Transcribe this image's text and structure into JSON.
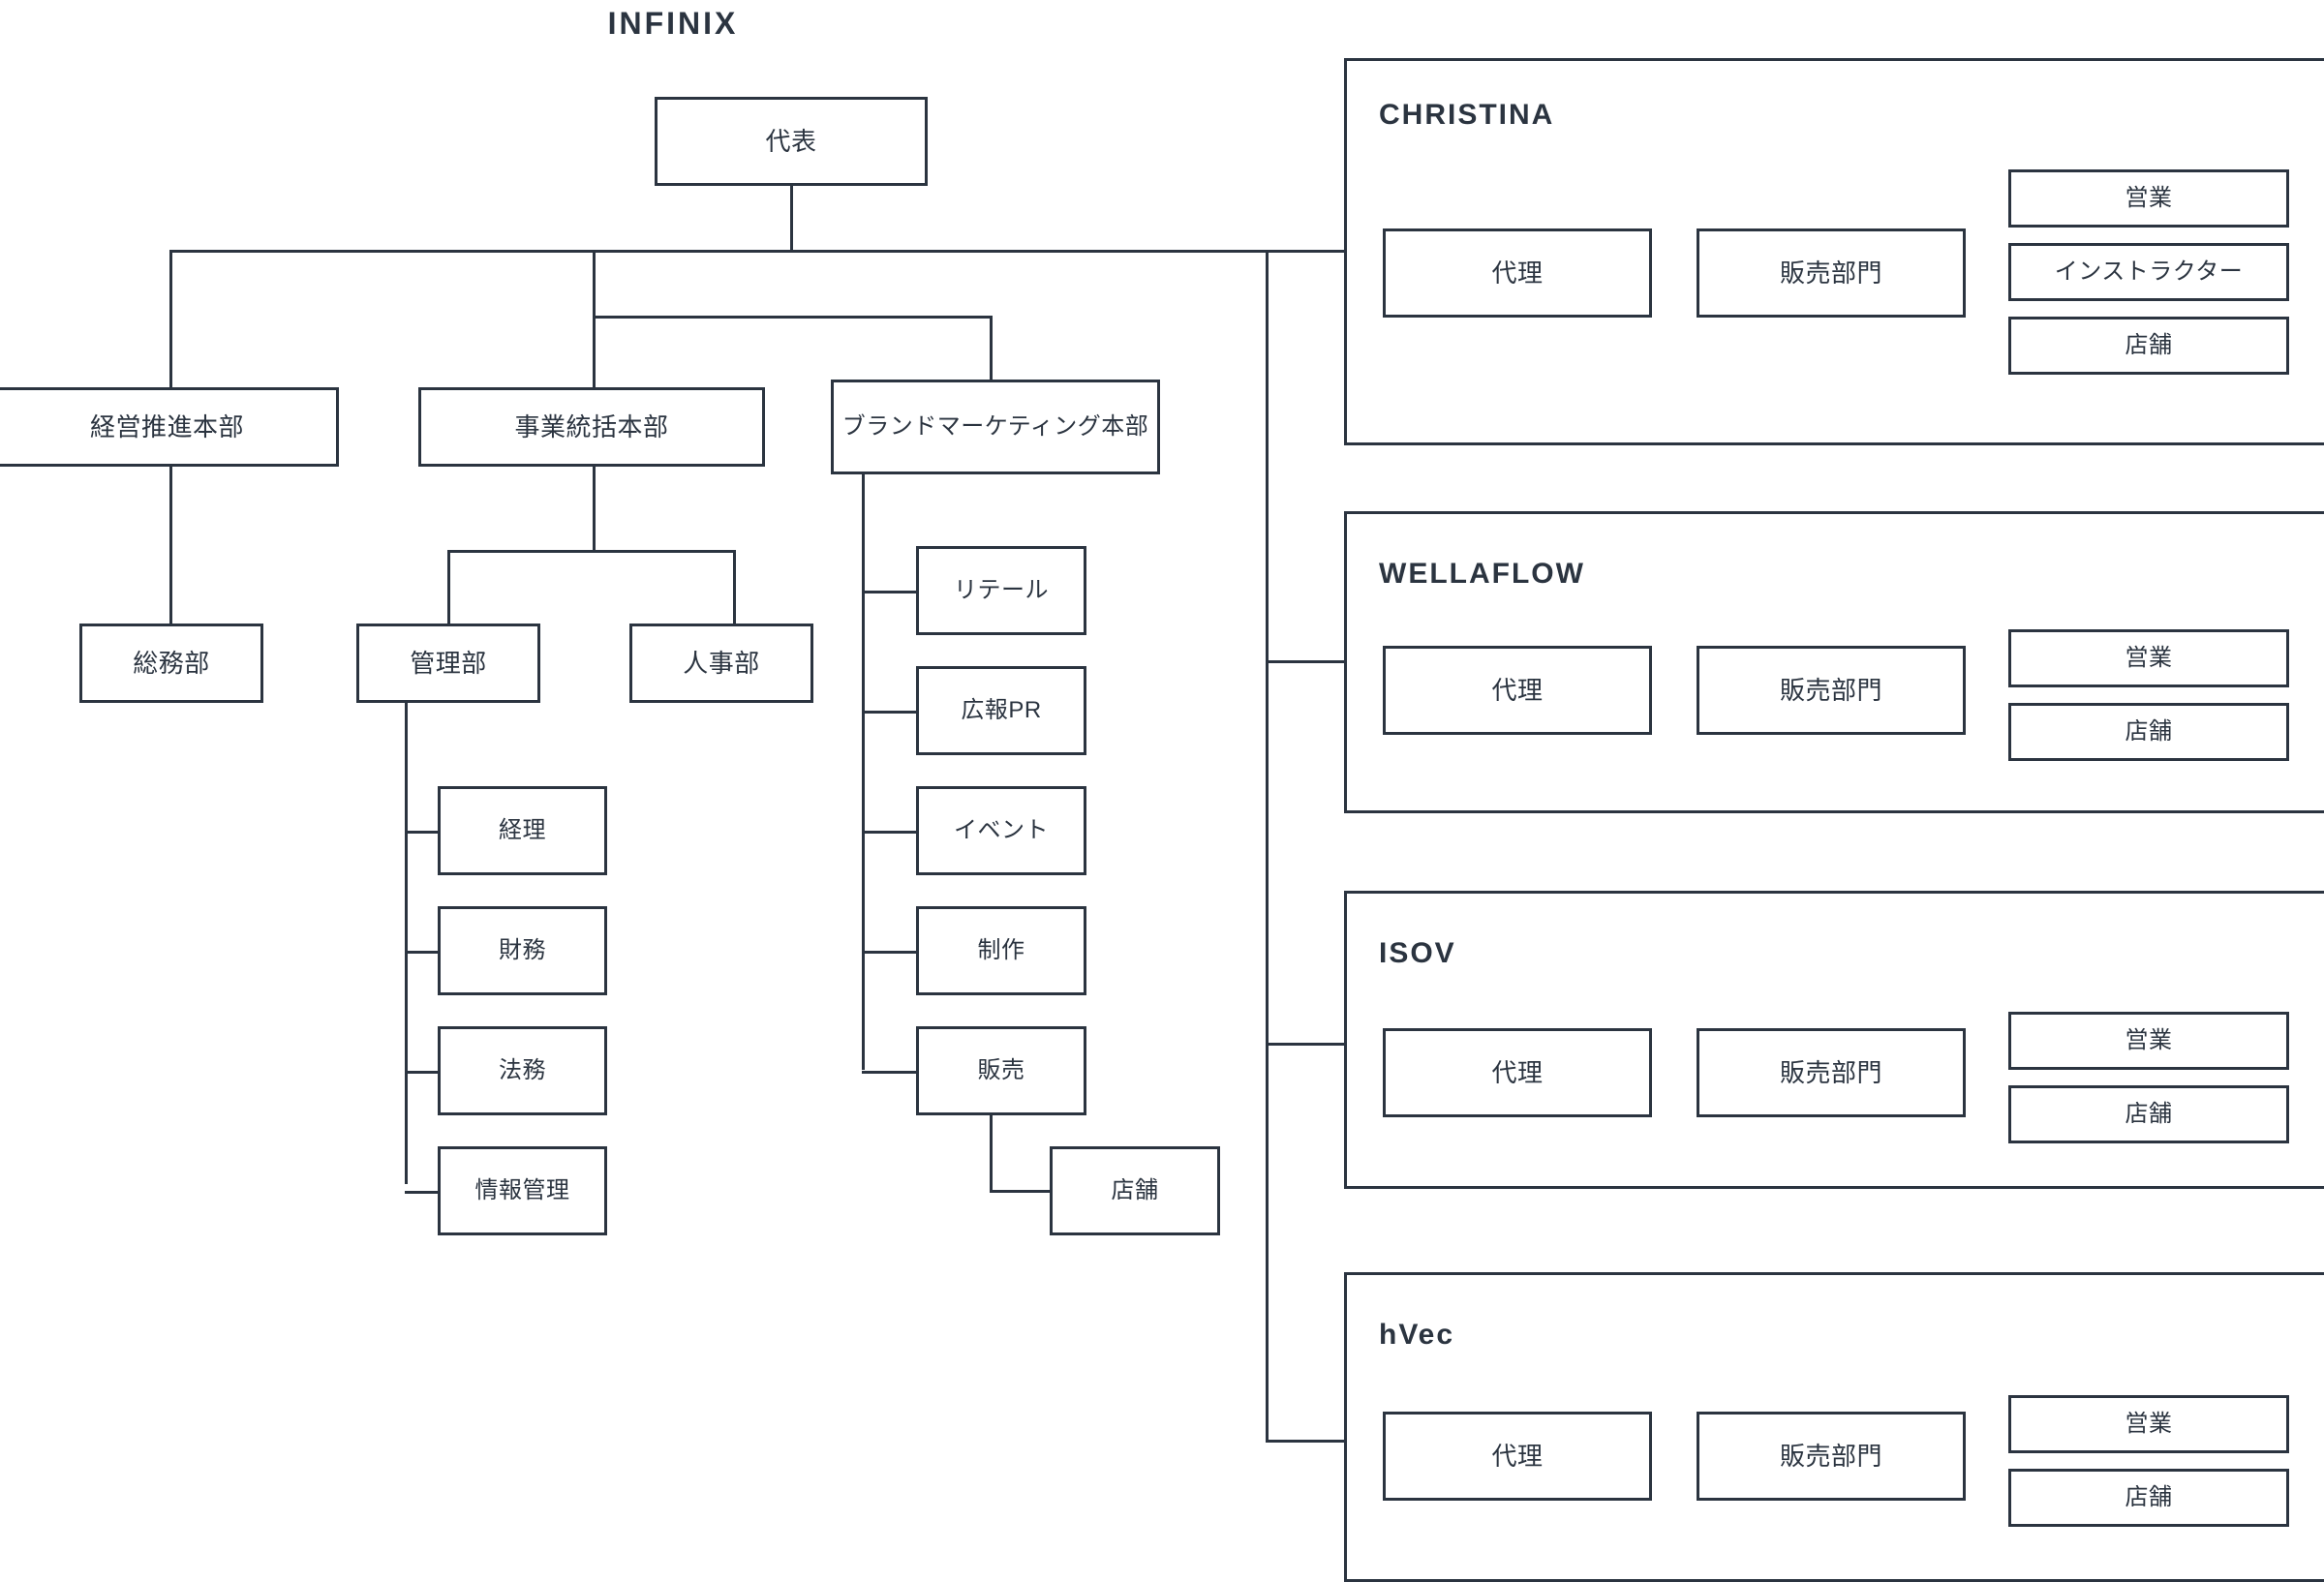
{
  "diagram": {
    "title": "INFINIX",
    "type": "organization-chart"
  },
  "root": {
    "label": "代表"
  },
  "divisions": [
    {
      "label": "経営推進本部"
    },
    {
      "label": "事業統括本部"
    },
    {
      "label": "ブランドマーケティング本部"
    }
  ],
  "keiei_children": [
    {
      "label": "総務部"
    }
  ],
  "jigyo_children": [
    {
      "label": "管理部"
    },
    {
      "label": "人事部"
    }
  ],
  "kanri_children": [
    {
      "label": "経理"
    },
    {
      "label": "財務"
    },
    {
      "label": "法務"
    },
    {
      "label": "情報管理"
    }
  ],
  "branding_children": [
    {
      "label": "リテール"
    },
    {
      "label": "広報PR"
    },
    {
      "label": "イベント"
    },
    {
      "label": "制作"
    },
    {
      "label": "販売"
    }
  ],
  "hanbai_children": [
    {
      "label": "店舗"
    }
  ],
  "brands": [
    {
      "name": "CHRISTINA",
      "level1": "代理",
      "level2": "販売部門",
      "leaves": [
        "営業",
        "インストラクター",
        "店舗"
      ]
    },
    {
      "name": "WELLAFLOW",
      "level1": "代理",
      "level2": "販売部門",
      "leaves": [
        "営業",
        "店舗"
      ]
    },
    {
      "name": "ISOV",
      "level1": "代理",
      "level2": "販売部門",
      "leaves": [
        "営業",
        "店舗"
      ]
    },
    {
      "name": "hVec",
      "level1": "代理",
      "level2": "販売部門",
      "leaves": [
        "営業",
        "店舗"
      ]
    }
  ],
  "colors": {
    "line": "#2b3440",
    "text": "#2b3440",
    "background": "#ffffff"
  }
}
